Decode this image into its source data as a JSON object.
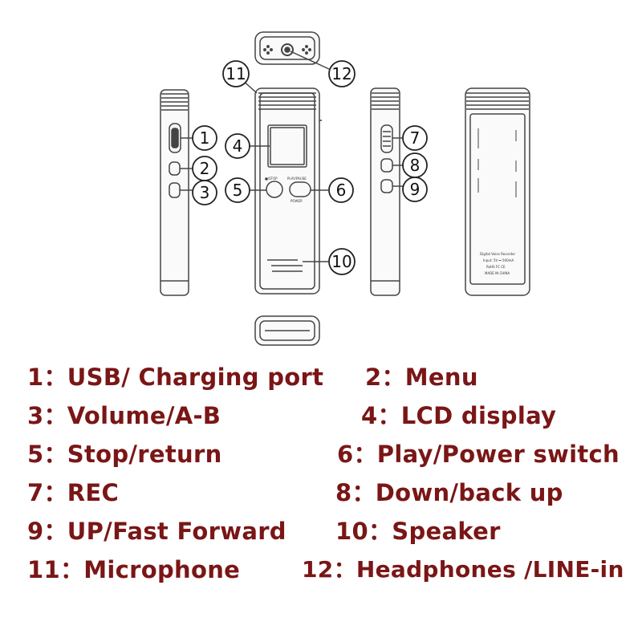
{
  "callouts": [
    "1",
    "2",
    "3",
    "4",
    "5",
    "6",
    "7",
    "8",
    "9",
    "10",
    "11",
    "12"
  ],
  "device_text": {
    "stop_label": "■/STOP",
    "play_label": "PLAY/PAUSE",
    "power_label": "POWER",
    "back_lines": [
      "Digital Voice Recorder",
      "Input: 5V ⎓ 500mA",
      "RoHS FC CE",
      "MADE IN CHINA"
    ]
  },
  "legend": {
    "color": "#7a1616",
    "items": [
      "1：USB/ Charging port",
      "2：Menu",
      "3：Volume/A-B",
      "4：LCD display",
      "5：Stop/return",
      "6：Play/Power switch",
      "7：REC",
      "8：Down/back up",
      "9：UP/Fast Forward",
      "10：Speaker",
      "11：Microphone",
      "12：Headphones /LINE-in"
    ]
  }
}
